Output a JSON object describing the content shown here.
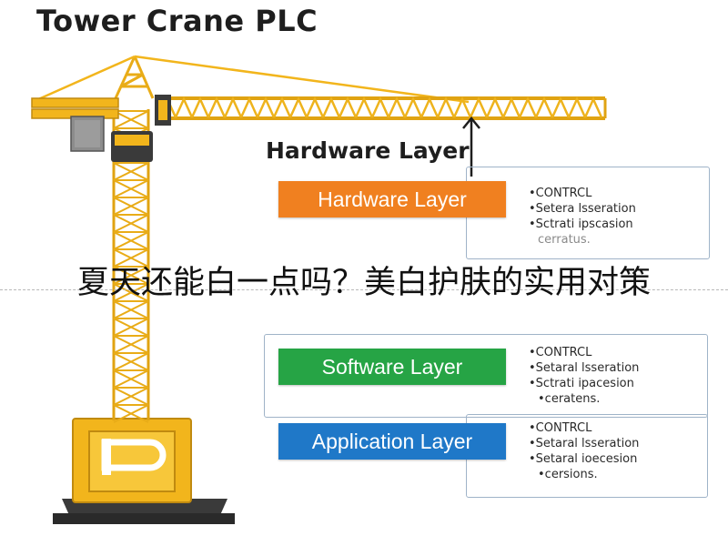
{
  "title": "Tower Crane PLC",
  "hardware_heading": "Hardware Layer",
  "overlay_caption": "夏天还能白一点吗？美白护肤的实用对策",
  "layers": [
    {
      "label": "Hardware Layer",
      "color": "#f08020",
      "bullets": [
        "CONTRCL",
        "Setera lsseration",
        "Sctrati ipscasion"
      ],
      "faded": "cerratus."
    },
    {
      "label": "Software Layer",
      "color": "#26a445",
      "bullets": [
        "CONTRCL",
        "Setaral lsseration",
        "Sctrati ipacesion"
      ],
      "faded": "ceratens."
    },
    {
      "label": "Application Layer",
      "color": "#1f78c8",
      "bullets": [
        "CONTRCL",
        "Setaral lsseration",
        "Setaral ioecesion"
      ],
      "faded": "cersions."
    }
  ],
  "colors": {
    "crane_yellow": "#f2b51c",
    "crane_dark": "#c08a10",
    "base_dark": "#3a3a3a",
    "counterweight": "#8c8c8c"
  }
}
